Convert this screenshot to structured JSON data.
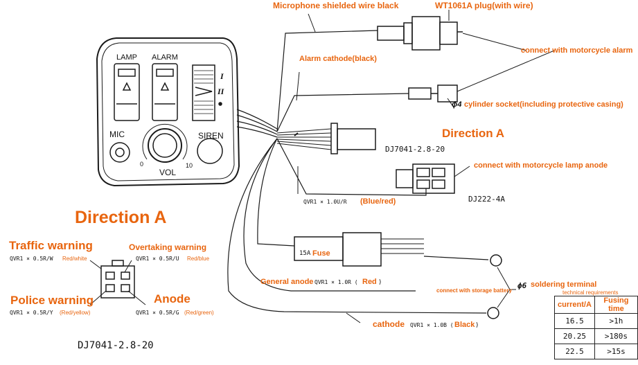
{
  "colors": {
    "label_orange": "#e8650f",
    "line": "#1a1a1a"
  },
  "panel": {
    "lamp_label": "LAMP",
    "alarm_label": "ALARM",
    "mic_label": "MIC",
    "siren_label": "SIREN",
    "vol_label": "VOL",
    "vol_min": "0",
    "vol_max": "10",
    "mode_one": "I",
    "mode_two": "II"
  },
  "labels": {
    "mic_wire": "Microphone shielded wire black",
    "plug": "WT1061A plug(with wire)",
    "connect_alarm": "connect with motorcycle alarm",
    "alarm_cathode": "Alarm cathode(black)",
    "cylinder_prefix": "ϕ4",
    "cylinder_socket": "cylinder socket(including protective casing)",
    "direction_a_right": "Direction A",
    "dj7041_right": "DJ7041-2.8-20",
    "connect_lamp": "connect with motorcycle lamp anode",
    "qvr_blue_code": "QVR1 × 1.0U/R",
    "qvr_blue_color": "(Blue/red)",
    "dj222": "DJ222-4A",
    "fuse_rating": "15A",
    "fuse_word": "Fuse",
    "general_anode": "General anode",
    "general_anode_code": "QVR1 × 1.0R (",
    "general_anode_color": "Red",
    "general_anode_close": ")",
    "connect_battery": "connect with storage battery",
    "solder_prefix": "ϕ6",
    "solder_terminal": "soldering terminal",
    "tech_req": "technical requirements",
    "cathode": "cathode",
    "cathode_code": "QVR1 × 1.0B (",
    "cathode_color": "Black",
    "cathode_close": ")"
  },
  "direction_a": {
    "title": "Direction A",
    "traffic": "Traffic warning",
    "traffic_code": "QVR1 × 0.5R/W",
    "traffic_color": "Red/white",
    "overtaking": "Overtaking warning",
    "overtaking_code": "QVR1 × 0.5R/U",
    "overtaking_color": "Red/blue",
    "police": "Police warning",
    "police_code": "QVR1 × 0.5R/Y",
    "police_color": "(Red/yellow)",
    "anode": "Anode",
    "anode_code": "QVR1 × 0.5R/G",
    "anode_color": "(Red/green)",
    "model": "DJ7041-2.8-20"
  },
  "fuse_table": {
    "headers": [
      "current/A",
      "Fusing time"
    ],
    "rows": [
      [
        "16.5",
        ">1h"
      ],
      [
        "20.25",
        ">180s"
      ],
      [
        "22.5",
        ">15s"
      ]
    ]
  }
}
